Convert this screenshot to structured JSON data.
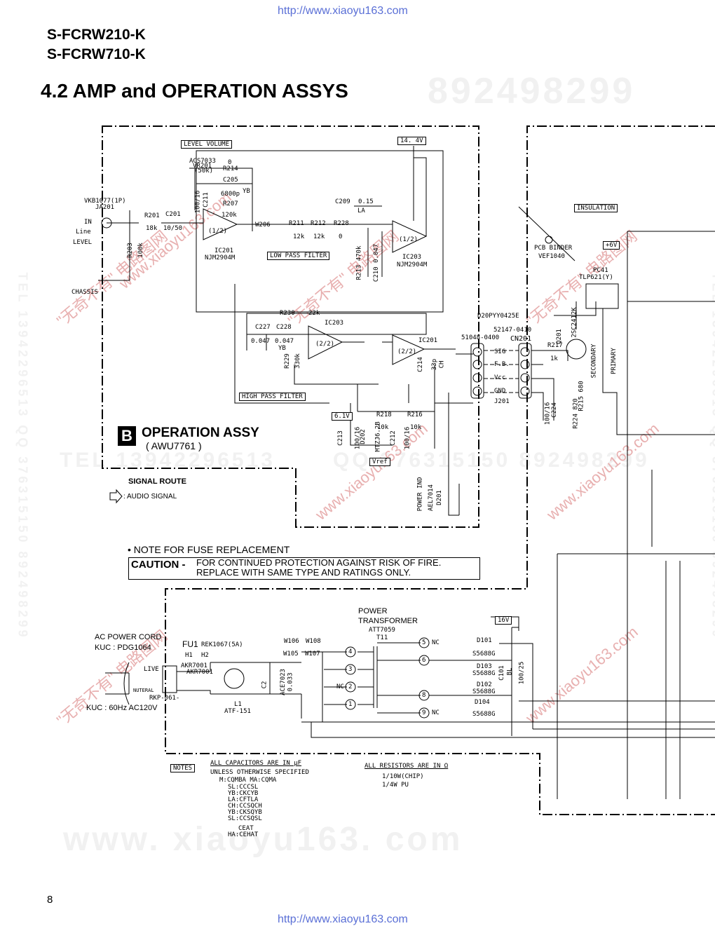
{
  "header": {
    "url": "http://www.xiaoyu163.com",
    "model_1": "S-FCRW210-K",
    "model_2": "S-FCRW710-K",
    "section_title": "4.2 AMP and OPERATION ASSYS"
  },
  "watermarks": {
    "phone_top": "892498299",
    "phone_mid": "TEL 13942296513",
    "qq_mid": "QQ 376315150  892498299",
    "site": "www. xiaoyu163. com",
    "side_left": "TEL 13942296513  QQ 376315150  892498299",
    "side_right": "TEL 13942296513  QQ 376315150  892498299",
    "chinese_1": "\"无奇不有\" 电路图网",
    "chinese_2": "www.xiaoyu163.com"
  },
  "amp": {
    "level_volume": "LEVEL VOLUME",
    "v14": "14. 4V",
    "vr201_a": "ACS7033",
    "vr201_b": "VR201",
    "vr201_c": "(50k)",
    "r214": "R214",
    "r214_v": "0",
    "c205": "C205",
    "c205_v": "6800p",
    "c205_t": "YB",
    "r207": "R207",
    "r207_v": "120k",
    "c211": "100/16",
    "c211_n": "C211",
    "ja201_a": "VKB1077(1P)",
    "ja201_b": "JA201",
    "in_1": "IN",
    "in_2": "Line",
    "in_3": "LEVEL",
    "r201": "R201",
    "r201_v": "18k",
    "c201": "C201",
    "c201_v": "10/50",
    "r203": "R203",
    "r203_v": "100k",
    "ic201_half": "(1/2)",
    "ic201": "IC201",
    "ic201_p": "NJM2904M",
    "w206": "W206",
    "r211": "R211",
    "r211_v": "12k",
    "r212": "R212",
    "r212_v": "12k",
    "r228": "R228",
    "r228_v": "0",
    "c209": "C209",
    "c209_v": "0.15",
    "c209_t": "LA",
    "lpf": "LOW PASS FILTER",
    "r213": "R213 470k",
    "c210": "C210 0.047",
    "ic203_half": "(1/2)",
    "ic203": "IC203",
    "ic203_p": "NJM2904M",
    "chassis": "CHASSIS",
    "r230": "R230",
    "r230_v": "22k",
    "c227": "C227",
    "c227_v": "0.047",
    "c228": "C228",
    "c228_v": "0.047",
    "c228_t": "YB",
    "r229": "R229",
    "r229_v": "330k",
    "ic203b": "IC203",
    "ic203b_half": "(2/2)",
    "ic201b": "IC201",
    "ic201b_half": "(2/2)",
    "c214": "C214",
    "c214_v": "33p",
    "c214_t": "CH",
    "hpf": "HIGH PASS FILTER",
    "v61": "6.1V",
    "r218": "R218",
    "r218_v": "10k",
    "r216": "R216",
    "r216_v": "10k",
    "c213": "C213",
    "c213_v": "100/16",
    "d202": "D202",
    "d202_p": "MTZJ6.2B",
    "c212": "C212",
    "c212_v": "100/16",
    "vref": "Vref",
    "power_ind": "POWER IND",
    "d201_p": "AEL7014",
    "d201": "D201",
    "cable": "D20PYY0425E",
    "j201_p": "51048-0400",
    "cn201_p": "52147-0410",
    "cn201": "CN201",
    "j201": "J201",
    "pin_sig": "SIG",
    "pin_fb": "F.B.",
    "pin_vcc": "Vcc",
    "pin_gnd": "GND",
    "pcb_binder_1": "PCB BINDER",
    "pcb_binder_2": "VEF1040",
    "insulation": "INSULATION",
    "v6": "+6V",
    "pc41": "PC41",
    "pc41_p": "TLP621(Y)",
    "q201": "Q201",
    "q201_p": "2SC2412K",
    "r217": "R217",
    "r217_v": "1k",
    "c224": "C224",
    "c224_v": "100/16",
    "r224": "R224 820",
    "r215": "R215 680",
    "secondary": "SECONDARY",
    "primary": "PRIMARY"
  },
  "operation": {
    "mark": "B",
    "title": "OPERATION ASSY",
    "part": "( AWU7761 )",
    "signal_route": "SIGNAL ROUTE",
    "audio_signal": ": AUDIO SIGNAL"
  },
  "note": {
    "fuse_note": "• NOTE FOR FUSE REPLACEMENT",
    "caution_title": "CAUTION -",
    "caution_line1": "FOR CONTINUED PROTECTION AGAINST RISK OF FIRE.",
    "caution_line2": "REPLACE WITH SAME TYPE AND RATINGS ONLY."
  },
  "power": {
    "cord_1": "AC POWER CORD",
    "cord_2": "KUC : PDG1064",
    "fu1": "FU1",
    "fu1_p": "REK1067(5A)",
    "h1": "H1",
    "h2": "H2",
    "akr_1": "AKR7001",
    "akr_2": "AKR7001",
    "live": "LIVE",
    "nutral": "NUTERAL",
    "rkp": "RKP-061-",
    "kuc_line": "KUC : 60Hz AC120V",
    "l1": "L1",
    "l1_p": "ATF-151",
    "w106": "W106",
    "w108": "W108",
    "w105": "W105",
    "w107": "W107",
    "c2": "C2",
    "c2_p": "ACE7023",
    "c2_v": "0.033",
    "trans_1": "POWER",
    "trans_2": "TRANSFORMER",
    "trans_p": "ATT7059",
    "t11": "T11",
    "pin4": "4",
    "pin3": "3",
    "pin2": "2",
    "pin1": "1",
    "pin5": "5",
    "pin6": "6",
    "pin8": "8",
    "pin9": "9",
    "nc": "NC",
    "v16": "16V",
    "d101": "D101",
    "d102": "D102",
    "d103": "D103",
    "d104": "D104",
    "s5688": "S5688G",
    "c101": "C101",
    "c101_v": "100/25",
    "c101_t": "BL"
  },
  "notes": {
    "tag": "NOTES",
    "cap_1": "ALL CAPACITORS ARE IN μF",
    "cap_2": "UNLESS OTHERWISE SPECIFIED",
    "cap_3": "M:CQMBA   MA:CQMA",
    "cap_4": "SL:CCCSL",
    "cap_5": "YB:CKCYB",
    "cap_6": "LA:CFTLA",
    "cap_7": "CH:CCSQCH",
    "cap_8": "YB:CKSQYB",
    "cap_9": "SL:CCSQSL",
    "cap_10": "CEAT",
    "cap_11": "HA:CEHAT",
    "res_1": "ALL RESISTORS ARE IN Ω",
    "res_2": "1/10W(CHIP)",
    "res_3": "1/4W PU"
  },
  "footer": {
    "page_number": "8",
    "url": "http://www.xiaoyu163.com"
  }
}
